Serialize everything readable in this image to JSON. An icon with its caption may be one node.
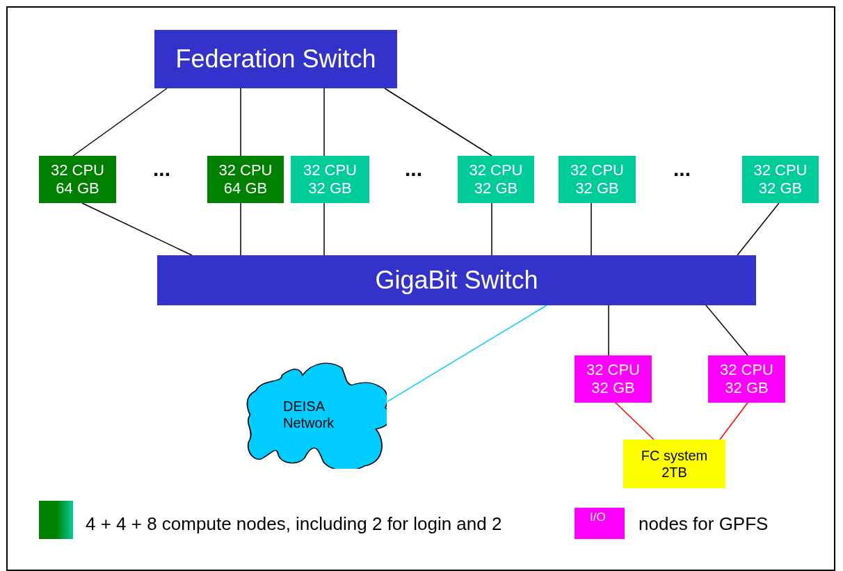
{
  "diagram": {
    "nodes": [
      {
        "text": [
          "Federation Switch"
        ]
      },
      {
        "text": [
          "GigaBit Switch"
        ]
      },
      {
        "text": [
          "32 CPU 64 GB"
        ]
      },
      {
        "text": [
          "32 CPU 64 GB"
        ]
      },
      {
        "text": [
          "32 CPU 32 GB"
        ]
      },
      {
        "text": [
          "32 CPU 32 GB"
        ]
      },
      {
        "text": [
          "32 CPU 32 GB"
        ]
      },
      {
        "text": [
          "32 CPU 32 GB"
        ]
      },
      {
        "text": [
          "DEISA Network"
        ]
      },
      {
        "text": [
          "32 CPU 32 GB"
        ]
      },
      {
        "text": [
          "32 CPU 32 GB"
        ]
      },
      {
        "text": [
          "FC system 2TB"
        ]
      }
    ],
    "edges": [
      {
        "from": 0,
        "to": 2,
        "arrow": "none"
      },
      {
        "from": 0,
        "to": 3,
        "arrow": "none"
      },
      {
        "from": 0,
        "to": 4,
        "arrow": "none"
      },
      {
        "from": 0,
        "to": 5,
        "arrow": "none"
      },
      {
        "from": 2,
        "to": 1,
        "arrow": "none"
      },
      {
        "from": 3,
        "to": 1,
        "arrow": "none"
      },
      {
        "from": 4,
        "to": 1,
        "arrow": "none"
      },
      {
        "from": 5,
        "to": 1,
        "arrow": "none"
      },
      {
        "from": 6,
        "to": 1,
        "arrow": "none"
      },
      {
        "from": 7,
        "to": 1,
        "arrow": "none"
      },
      {
        "from": 1,
        "to": 8,
        "arrow": "none",
        "color": "#00ccff"
      },
      {
        "from": 1,
        "to": 9,
        "arrow": "none"
      },
      {
        "from": 1,
        "to": 10,
        "arrow": "none"
      },
      {
        "from": 9,
        "to": 11,
        "arrow": "none",
        "color": "#ff0000"
      },
      {
        "from": 10,
        "to": 11,
        "arrow": "none",
        "color": "#ff0000"
      }
    ],
    "labels": [
      "...",
      "...",
      "...",
      "I/O"
    ],
    "legend": [
      {
        "text": "4 + 4 + 8 compute nodes, including 2 for login and 2",
        "color": "#008000"
      },
      {
        "text": "nodes for GPFS",
        "color": "#ff00ff"
      }
    ]
  }
}
